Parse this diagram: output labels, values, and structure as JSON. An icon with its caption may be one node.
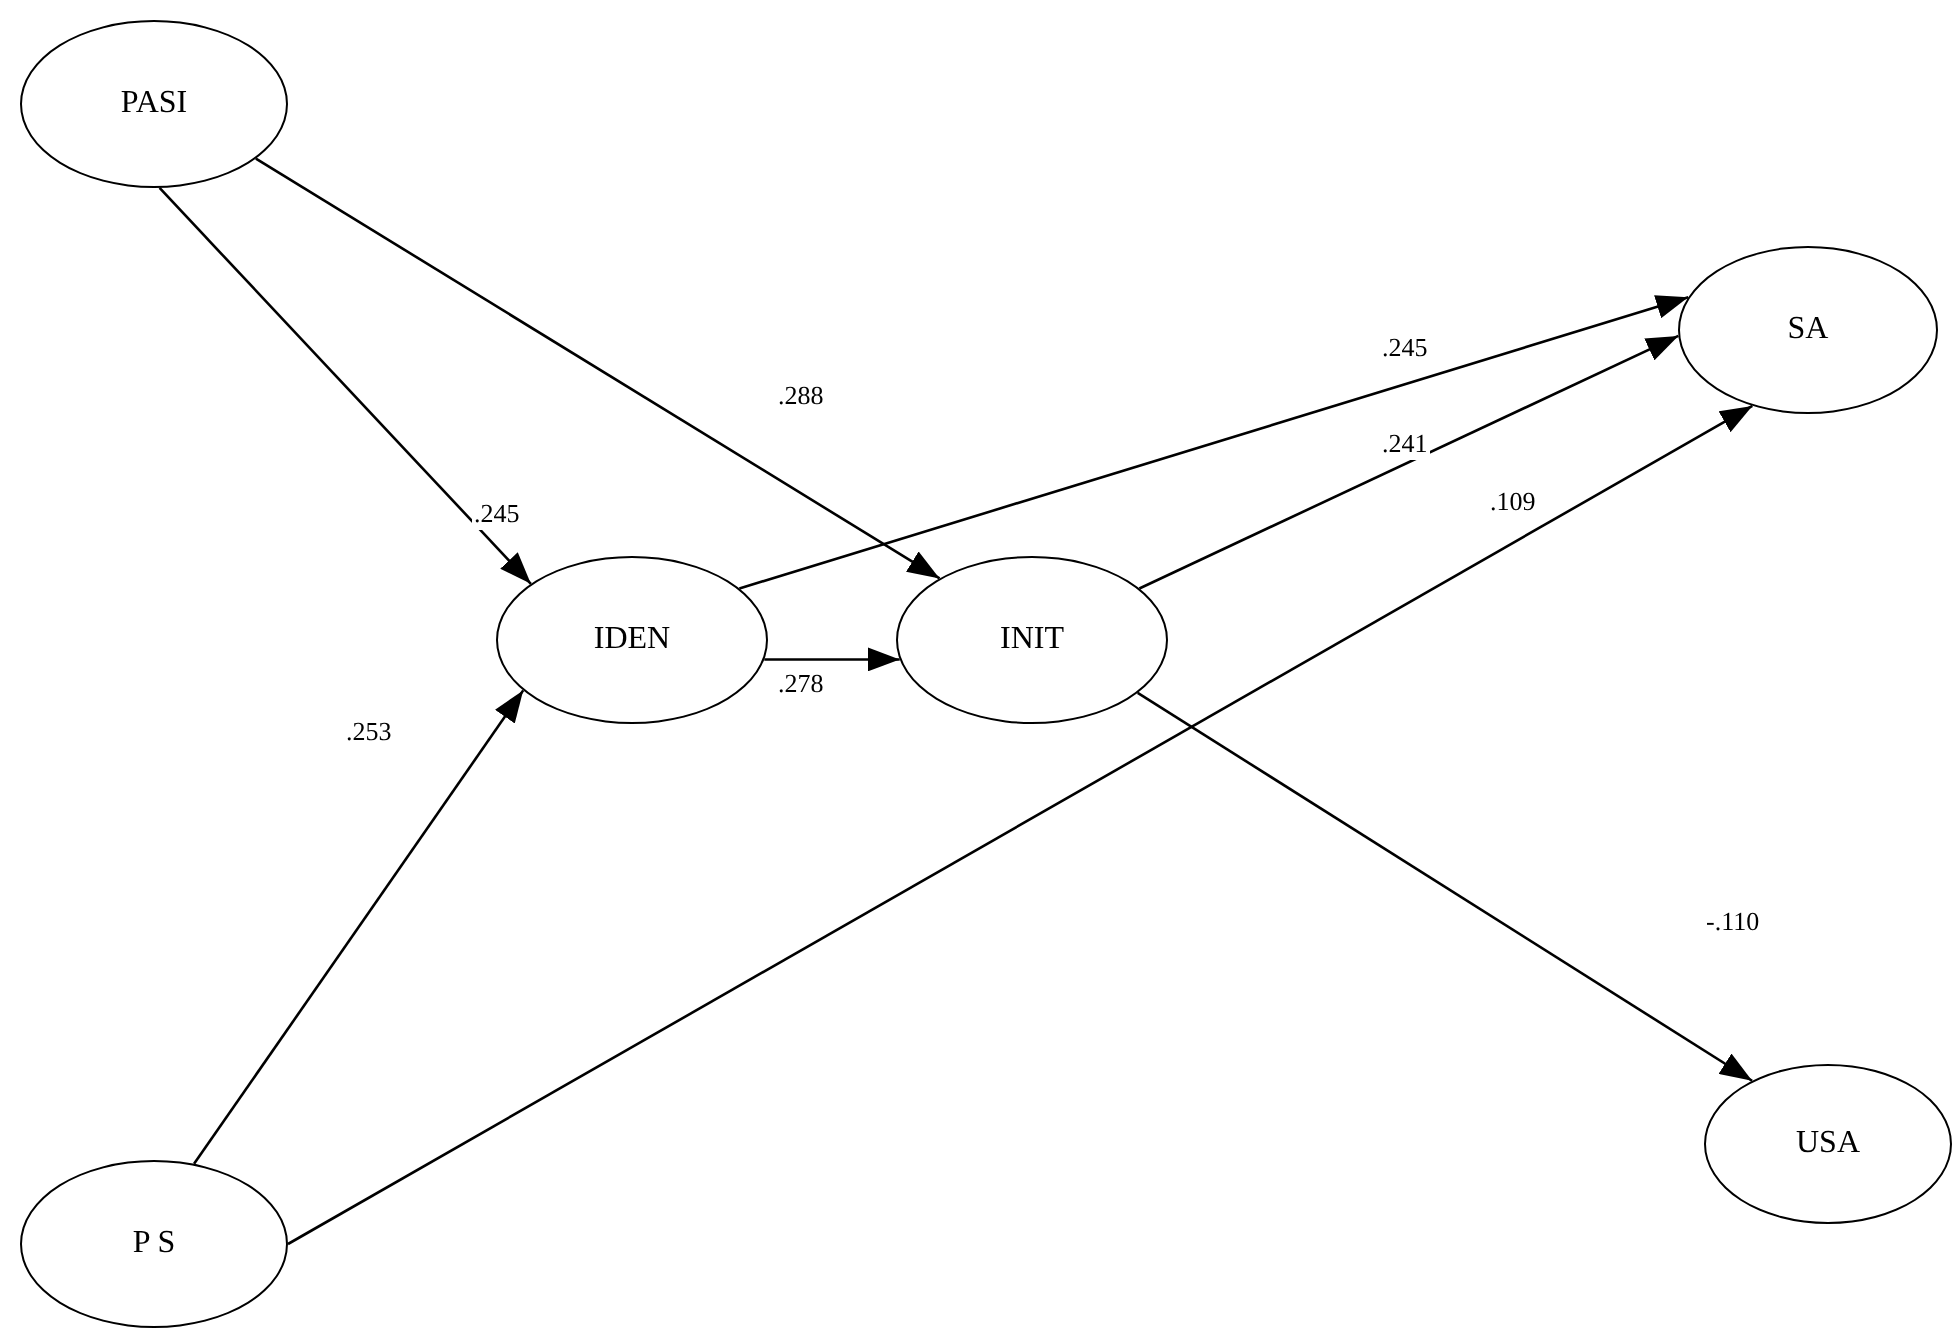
{
  "diagram": {
    "nodes": [
      {
        "text": [
          "PASI"
        ]
      },
      {
        "text": [
          "SA"
        ]
      },
      {
        "text": [
          "IDEN"
        ]
      },
      {
        "text": [
          "INIT"
        ]
      },
      {
        "text": [
          "USA"
        ]
      },
      {
        "text": [
          "P S"
        ]
      }
    ],
    "edges": [
      {
        "from": 0,
        "to": 2,
        "arrow": "to",
        "label": ".245"
      },
      {
        "from": 0,
        "to": 3,
        "arrow": "to",
        "label": ".288"
      },
      {
        "from": 2,
        "to": 1,
        "arrow": "to",
        "label": ".245"
      },
      {
        "from": 2,
        "to": 3,
        "arrow": "to",
        "label": ".278"
      },
      {
        "from": 3,
        "to": 1,
        "arrow": "to",
        "label": ".241"
      },
      {
        "from": 5,
        "to": 1,
        "arrow": "to",
        "label": ".109"
      },
      {
        "from": 5,
        "to": 2,
        "arrow": "to",
        "label": ".253"
      },
      {
        "from": 3,
        "to": 4,
        "arrow": "to",
        "label": "-.110"
      }
    ]
  }
}
